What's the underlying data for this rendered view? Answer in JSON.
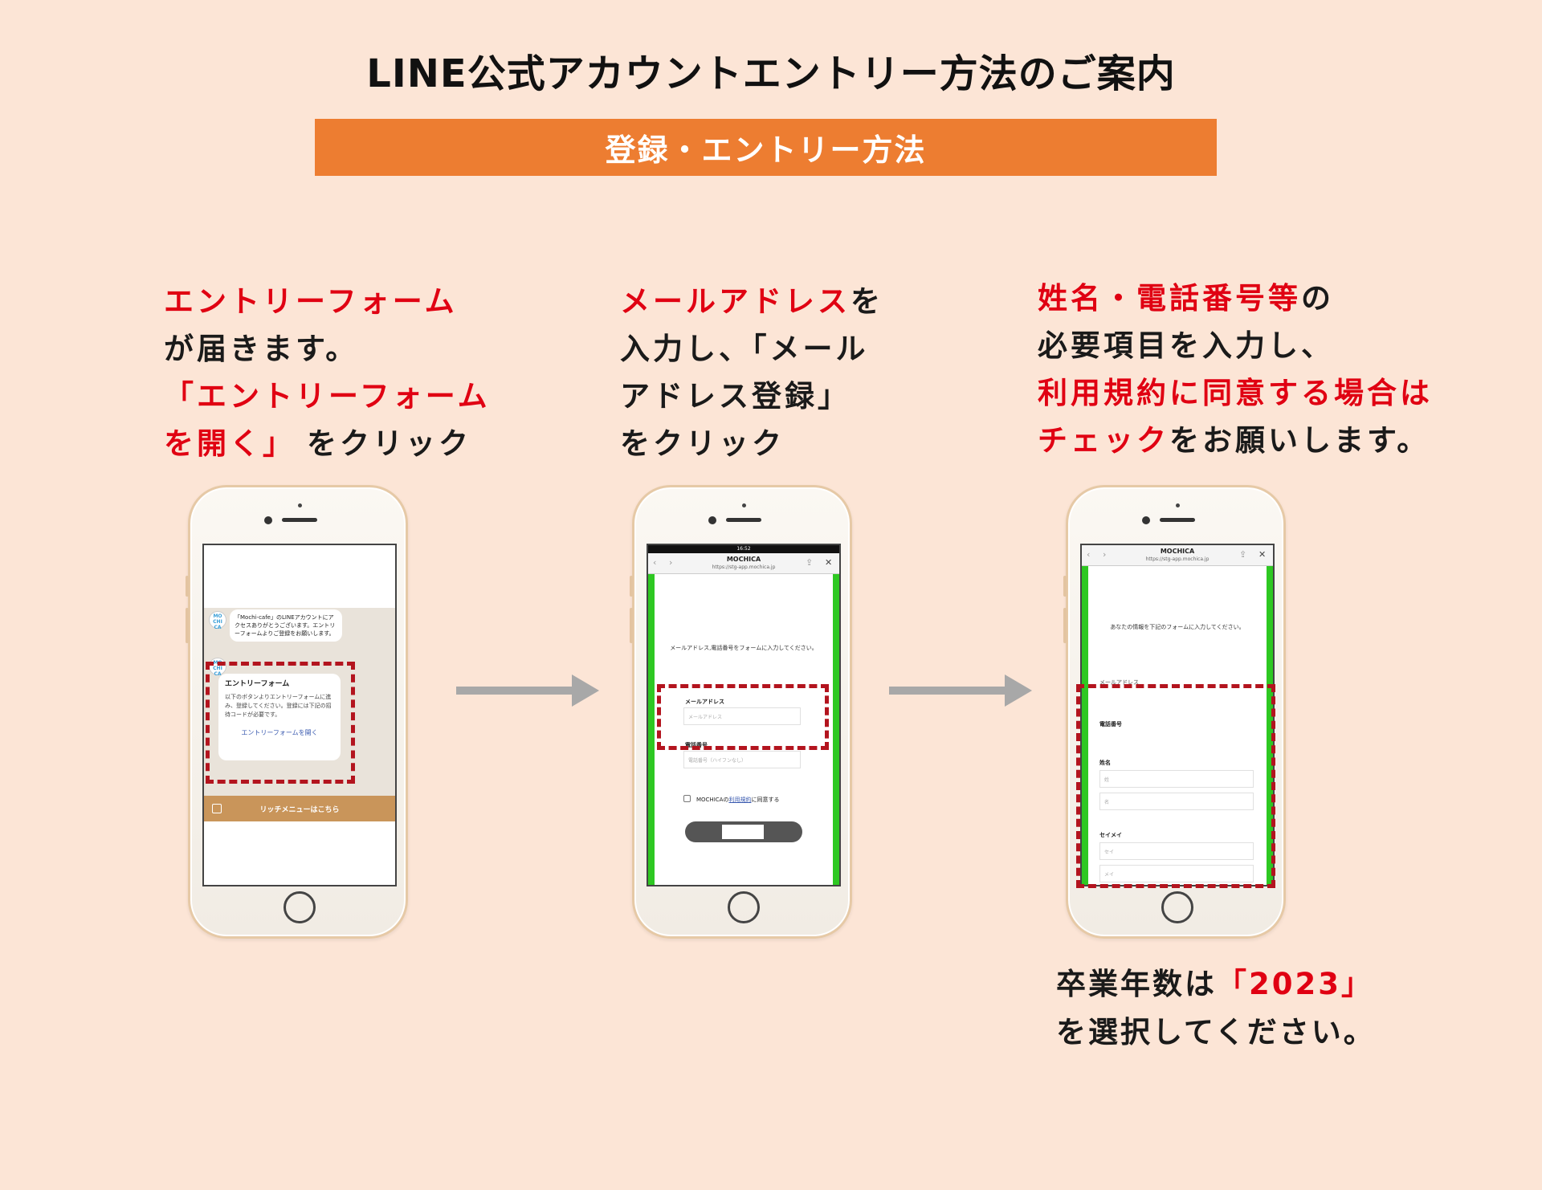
{
  "page": {
    "title": "LINE公式アカウントエントリー方法のご案内",
    "banner": "登録・エントリー方法"
  },
  "step1": {
    "line1_red": "エントリーフォーム",
    "line2": "が届きます。",
    "line3_red": "「エントリーフォーム",
    "line4_red": "を開く」",
    "line4_black": "をクリック",
    "screen": {
      "avatar_text": "MO CHI CA",
      "message": "「Mochi-cafe」のLINEアカウントにアクセスありがとうございます。エントリーフォームよりご登録をお願いします。",
      "card_title": "エントリーフォーム",
      "card_body": "以下のボタンよりエントリーフォームに進み、登録してください。登録には下記の招待コードが必要です。",
      "card_link": "エントリーフォームを開く",
      "rich_menu": "リッチメニューはこちら"
    }
  },
  "step2": {
    "line1_red": "メールアドレス",
    "line1_black": "を",
    "line2": "入力し、「メール",
    "line3": "アドレス登録」",
    "line4": "をクリック",
    "screen": {
      "status": "16:52",
      "site_title": "MOCHICA",
      "site_url": "https://stg-app.mochica.jp",
      "instructions": "メールアドレス,電話番号をフォームに入力してください。",
      "email_label": "メールアドレス",
      "email_placeholder": "メールアドレス",
      "phone_label": "電話番号",
      "phone_placeholder": "電話番号（ハイフンなし）",
      "agree_prefix": "MOCHICAの",
      "agree_link": "利用規約",
      "agree_suffix": "に同意する"
    }
  },
  "step3": {
    "line1_red": "姓名・電話番号等",
    "line1_black": "の",
    "line2": "必要項目を入力し、",
    "line3_red": "利用規約に同意する場合は",
    "line4_red": "チェック",
    "line4_black": "をお願いします。",
    "screen": {
      "site_title": "MOCHICA",
      "site_url": "https://stg-app.mochica.jp",
      "instructions": "あなたの情報を下記のフォームに入力してください。",
      "email_label": "メールアドレス",
      "phone_label": "電話番号",
      "name_label": "姓名",
      "sei_placeholder": "姓",
      "mei_placeholder": "名",
      "kana_label": "セイメイ",
      "sei_kana_placeholder": "セイ",
      "mei_kana_placeholder": "メイ"
    }
  },
  "note": {
    "prefix": "卒業年数は",
    "highlight": "「2023」",
    "line2": "を選択してください。"
  },
  "colors": {
    "background": "#fce5d6",
    "banner": "#ed7d31",
    "accent_red": "#e00012",
    "highlight_border": "#b3141e",
    "arrow": "#a8a8a8",
    "line_green": "#2ec822"
  },
  "icons": [
    "back-icon",
    "forward-icon",
    "share-icon",
    "close-icon",
    "arrow-right-icon",
    "menu-icon"
  ]
}
